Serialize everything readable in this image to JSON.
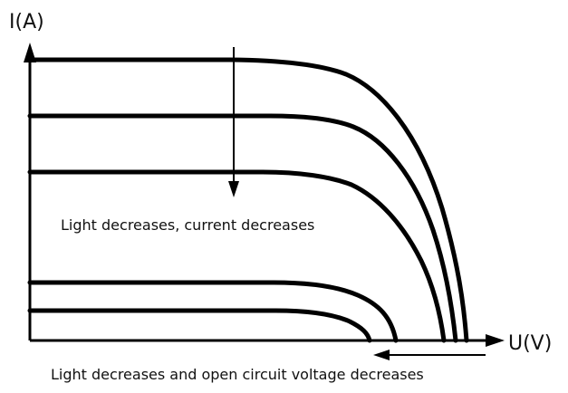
{
  "chart_data": {
    "type": "line",
    "ylabel": "I(A)",
    "xlabel": "U(V)",
    "grid": false,
    "legend": "none",
    "annotations": [
      "Light decreases, current decreases",
      "Light decreases and open circuit voltage decreases"
    ],
    "colors": {
      "curves": "#000000",
      "axes": "#000000",
      "text": "#111111"
    }
  }
}
